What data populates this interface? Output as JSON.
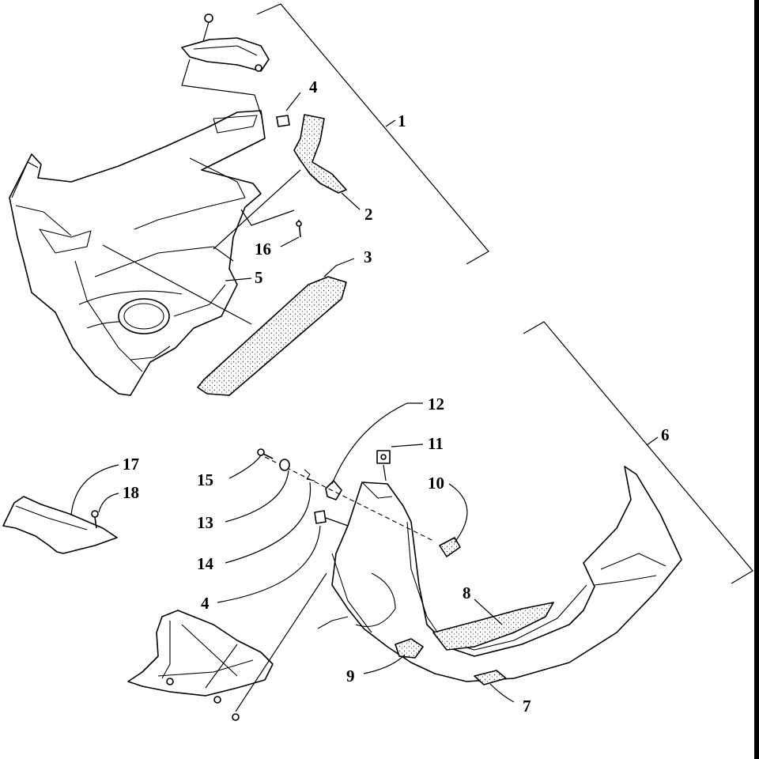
{
  "callouts": {
    "c1": "1",
    "c2": "2",
    "c3": "3",
    "c4a": "4",
    "c4b": "4",
    "c5": "5",
    "c6": "6",
    "c7": "7",
    "c8": "8",
    "c9": "9",
    "c10": "10",
    "c11": "11",
    "c12": "12",
    "c13": "13",
    "c14": "14",
    "c15": "15",
    "c16": "16",
    "c17": "17",
    "c18": "18"
  },
  "colors": {
    "line": "#000000",
    "background": "#ffffff",
    "foam_dots": "#444444"
  }
}
